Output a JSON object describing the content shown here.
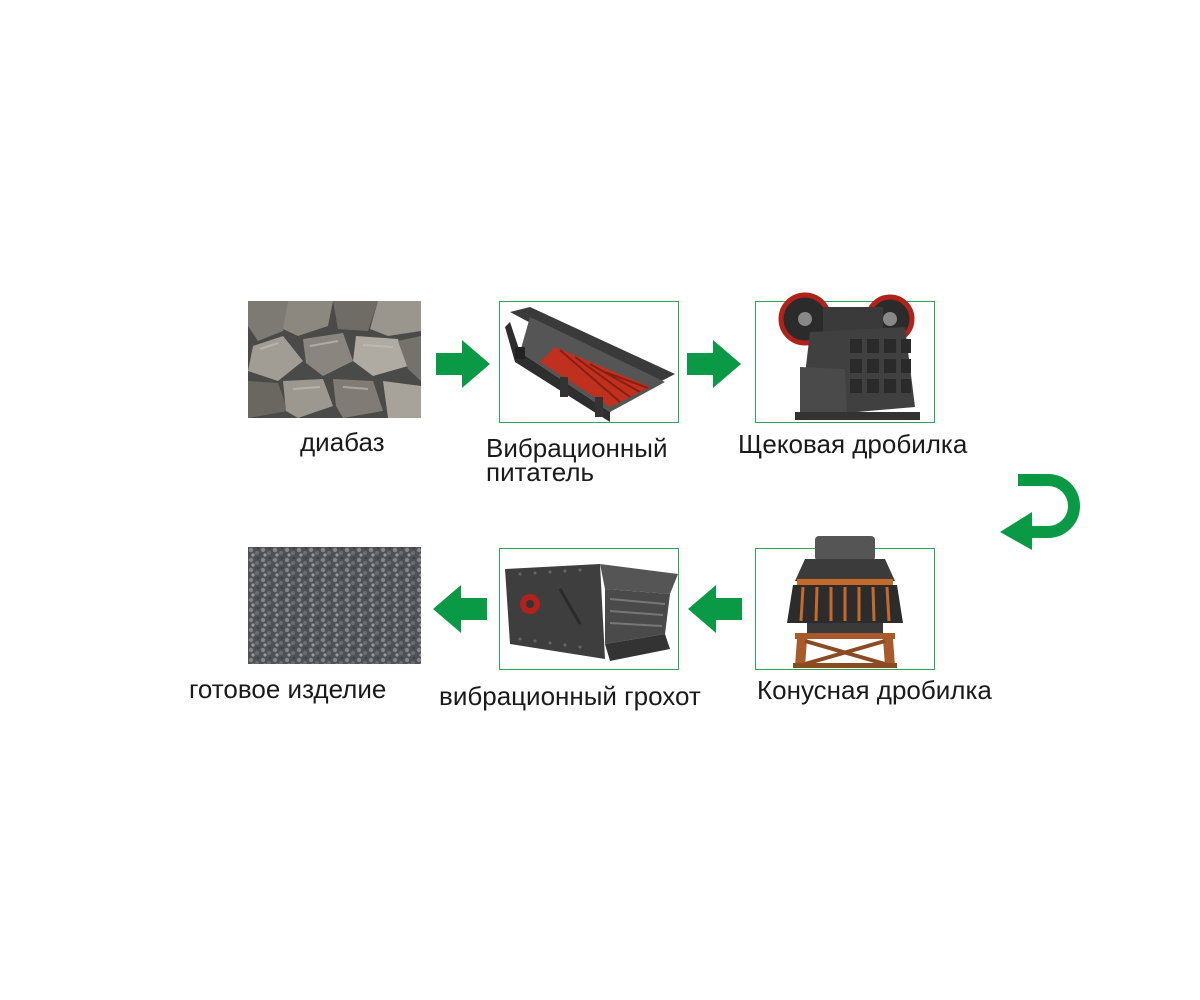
{
  "accent_color": "#0a9a45",
  "steps": [
    {
      "label": "диабаз",
      "icon": "diabase-rock-photo"
    },
    {
      "label_line1": "Вибрационный",
      "label_line2": "питатель",
      "icon": "vibrating-feeder-image"
    },
    {
      "label": "Щековая дробилка",
      "icon": "jaw-crusher-image"
    },
    {
      "label": "Конусная дробилка",
      "icon": "cone-crusher-image"
    },
    {
      "label": "вибрационный грохот",
      "icon": "vibrating-screen-image"
    },
    {
      "label": "готовое изделие",
      "icon": "finished-gravel-photo"
    }
  ]
}
